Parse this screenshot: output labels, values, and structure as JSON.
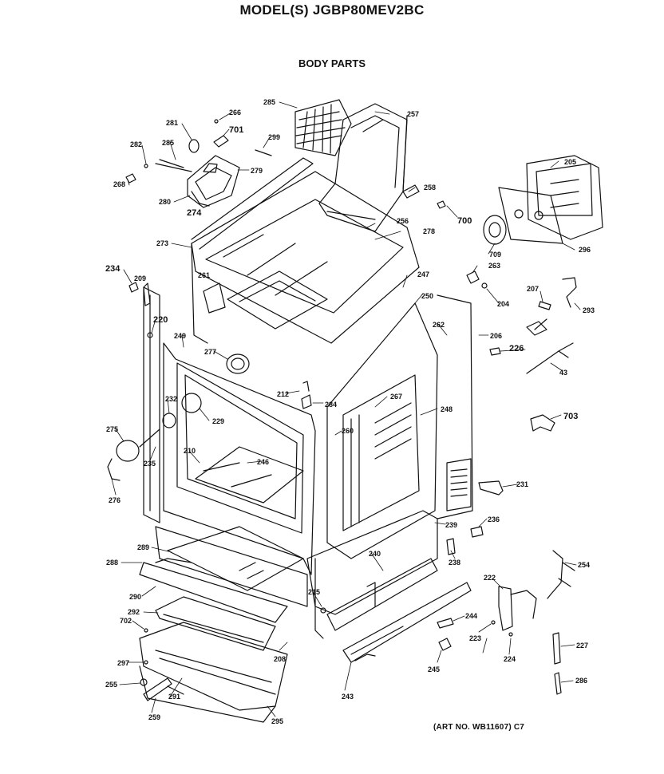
{
  "header": {
    "model_title": "MODEL(S) JGBP80MEV2BC",
    "section_title": "BODY PARTS"
  },
  "footer": {
    "art_number": "(ART NO. WB11607) C7"
  },
  "callouts": [
    {
      "id": "266",
      "text": "266"
    },
    {
      "id": "701",
      "text": "701"
    },
    {
      "id": "281",
      "text": "281"
    },
    {
      "id": "285a",
      "text": "285"
    },
    {
      "id": "285b",
      "text": "285"
    },
    {
      "id": "257",
      "text": "257"
    },
    {
      "id": "282",
      "text": "282"
    },
    {
      "id": "299",
      "text": "299"
    },
    {
      "id": "279",
      "text": "279"
    },
    {
      "id": "268",
      "text": "268"
    },
    {
      "id": "280",
      "text": "280"
    },
    {
      "id": "274",
      "text": "274"
    },
    {
      "id": "258",
      "text": "258"
    },
    {
      "id": "205",
      "text": "205"
    },
    {
      "id": "256",
      "text": "256"
    },
    {
      "id": "700",
      "text": "700"
    },
    {
      "id": "273",
      "text": "273"
    },
    {
      "id": "278",
      "text": "278"
    },
    {
      "id": "709",
      "text": "709"
    },
    {
      "id": "296",
      "text": "296"
    },
    {
      "id": "234",
      "text": "234"
    },
    {
      "id": "209",
      "text": "209"
    },
    {
      "id": "261",
      "text": "261"
    },
    {
      "id": "247",
      "text": "247"
    },
    {
      "id": "263",
      "text": "263"
    },
    {
      "id": "207",
      "text": "207"
    },
    {
      "id": "204",
      "text": "204"
    },
    {
      "id": "293",
      "text": "293"
    },
    {
      "id": "220",
      "text": "220"
    },
    {
      "id": "250",
      "text": "250"
    },
    {
      "id": "262",
      "text": "262"
    },
    {
      "id": "249",
      "text": "249"
    },
    {
      "id": "277",
      "text": "277"
    },
    {
      "id": "206",
      "text": "206"
    },
    {
      "id": "226",
      "text": "226"
    },
    {
      "id": "43",
      "text": "43"
    },
    {
      "id": "212",
      "text": "212"
    },
    {
      "id": "284",
      "text": "284"
    },
    {
      "id": "267",
      "text": "267"
    },
    {
      "id": "232",
      "text": "232"
    },
    {
      "id": "229",
      "text": "229"
    },
    {
      "id": "248",
      "text": "248"
    },
    {
      "id": "703",
      "text": "703"
    },
    {
      "id": "275",
      "text": "275"
    },
    {
      "id": "260",
      "text": "260"
    },
    {
      "id": "210",
      "text": "210"
    },
    {
      "id": "246",
      "text": "246"
    },
    {
      "id": "235",
      "text": "235"
    },
    {
      "id": "276",
      "text": "276"
    },
    {
      "id": "231",
      "text": "231"
    },
    {
      "id": "239",
      "text": "239"
    },
    {
      "id": "236",
      "text": "236"
    },
    {
      "id": "289",
      "text": "289"
    },
    {
      "id": "240",
      "text": "240"
    },
    {
      "id": "238",
      "text": "238"
    },
    {
      "id": "288",
      "text": "288"
    },
    {
      "id": "254",
      "text": "254"
    },
    {
      "id": "222",
      "text": "222"
    },
    {
      "id": "290",
      "text": "290"
    },
    {
      "id": "215",
      "text": "215"
    },
    {
      "id": "292",
      "text": "292"
    },
    {
      "id": "244",
      "text": "244"
    },
    {
      "id": "702",
      "text": "702"
    },
    {
      "id": "223",
      "text": "223"
    },
    {
      "id": "227",
      "text": "227"
    },
    {
      "id": "208",
      "text": "208"
    },
    {
      "id": "224",
      "text": "224"
    },
    {
      "id": "297",
      "text": "297"
    },
    {
      "id": "245",
      "text": "245"
    },
    {
      "id": "255",
      "text": "255"
    },
    {
      "id": "243",
      "text": "243"
    },
    {
      "id": "291",
      "text": "291"
    },
    {
      "id": "286",
      "text": "286"
    },
    {
      "id": "259",
      "text": "259"
    },
    {
      "id": "295",
      "text": "295"
    }
  ]
}
